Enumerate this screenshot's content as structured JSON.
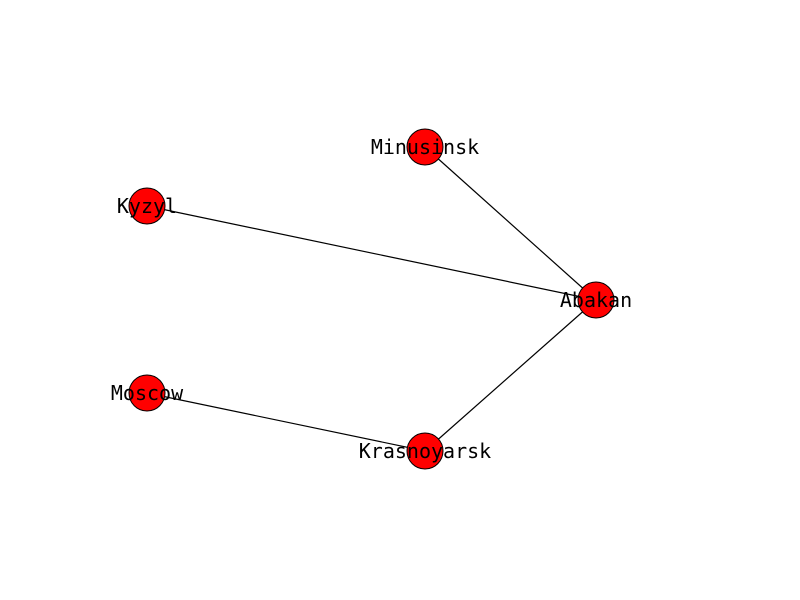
{
  "graph": {
    "node_color": "#ff0000",
    "edge_color": "#000000",
    "nodes": [
      {
        "id": "minusinsk",
        "label": "Minusinsk"
      },
      {
        "id": "kyzyl",
        "label": "Kyzyl"
      },
      {
        "id": "abakan",
        "label": "Abakan"
      },
      {
        "id": "moscow",
        "label": "Moscow"
      },
      {
        "id": "krasnoyarsk",
        "label": "Krasnoyarsk"
      }
    ],
    "edges": [
      {
        "source": "minusinsk",
        "target": "abakan"
      },
      {
        "source": "kyzyl",
        "target": "abakan"
      },
      {
        "source": "abakan",
        "target": "krasnoyarsk"
      },
      {
        "source": "moscow",
        "target": "krasnoyarsk"
      }
    ]
  }
}
